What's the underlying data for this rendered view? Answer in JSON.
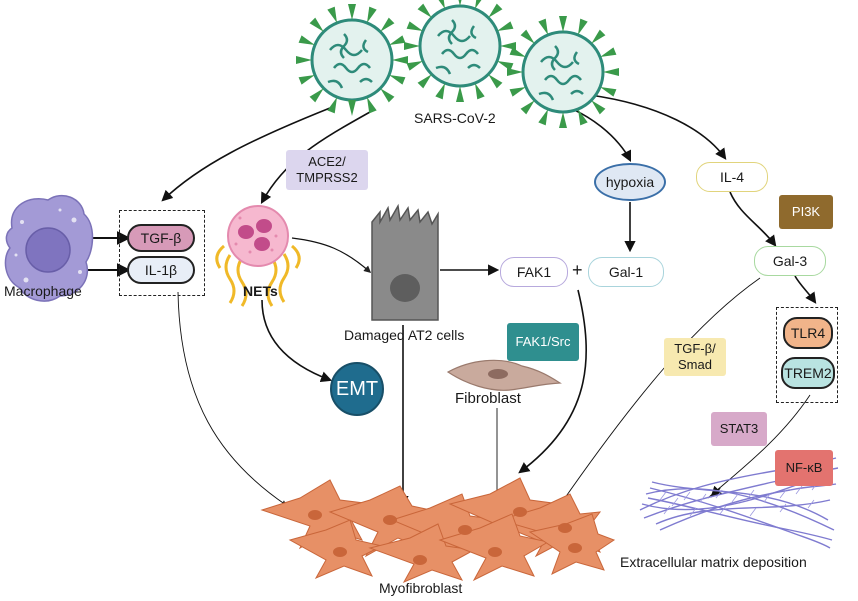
{
  "labels": {
    "virus": "SARS-CoV-2",
    "macrophage": "Macrophage",
    "tgfb": "TGF-β",
    "il1b": "IL-1β",
    "ace2": "ACE2/\nTMPRSS2",
    "nets": "NETs",
    "damaged_at2": "Damaged AT2 cells",
    "emt": "EMT",
    "hypoxia": "hypoxia",
    "fak1": "FAK1",
    "plus": "+",
    "gal1": "Gal-1",
    "fak1_src": "FAK1/Src",
    "fibroblast": "Fibroblast",
    "il4": "IL-4",
    "pi3k": "PI3K",
    "gal3": "Gal-3",
    "tgfb_smad": "TGF-β/\nSmad",
    "tlr4": "TLR4",
    "trem2": "TREM2",
    "stat3": "STAT3",
    "nfkb": "NF-κB",
    "ecm": "Extracellular matrix deposition",
    "myofibroblast": "Myofibroblast"
  },
  "colors": {
    "virus_teal": "#2e8b7a",
    "virus_green": "#3a9a4a",
    "macrophage": "#8f86c9",
    "tgfb_fill": "#d79ab8",
    "il1b_fill": "#e8eef7",
    "ace2_fill": "#dcd6ee",
    "neutrophil": "#f2a3c1",
    "nets_yellow": "#f3c431",
    "at2_cell": "#7a7a7a",
    "emt_fill": "#1f6c8e",
    "hypoxia_fill": "#dfe8f4",
    "hypoxia_border": "#3a6fa8",
    "fak1_border": "#b7a9dd",
    "gal_border": "#a9d4dc",
    "fak1_src_fill": "#2f8f8f",
    "fibroblast": "#c7a79a",
    "il4_border": "#e1d47c",
    "pi3k_fill": "#8f6a2d",
    "gal3_border": "#a8d9a0",
    "tgfb_smad_fill": "#f7e9b0",
    "tlr4_fill": "#f1b48a",
    "trem2_fill": "#b9e3e1",
    "stat3_fill": "#d7a9c9",
    "nfkb_fill": "#e3736f",
    "ecm": "#7f7bd0",
    "myofibroblast": "#e38a5c"
  },
  "icons": [
    "virus-icon",
    "macrophage-icon",
    "neutrophil-icon",
    "at2-cell-icon",
    "fibroblast-icon",
    "myofibroblast-icon",
    "ecm-fiber-icon"
  ]
}
